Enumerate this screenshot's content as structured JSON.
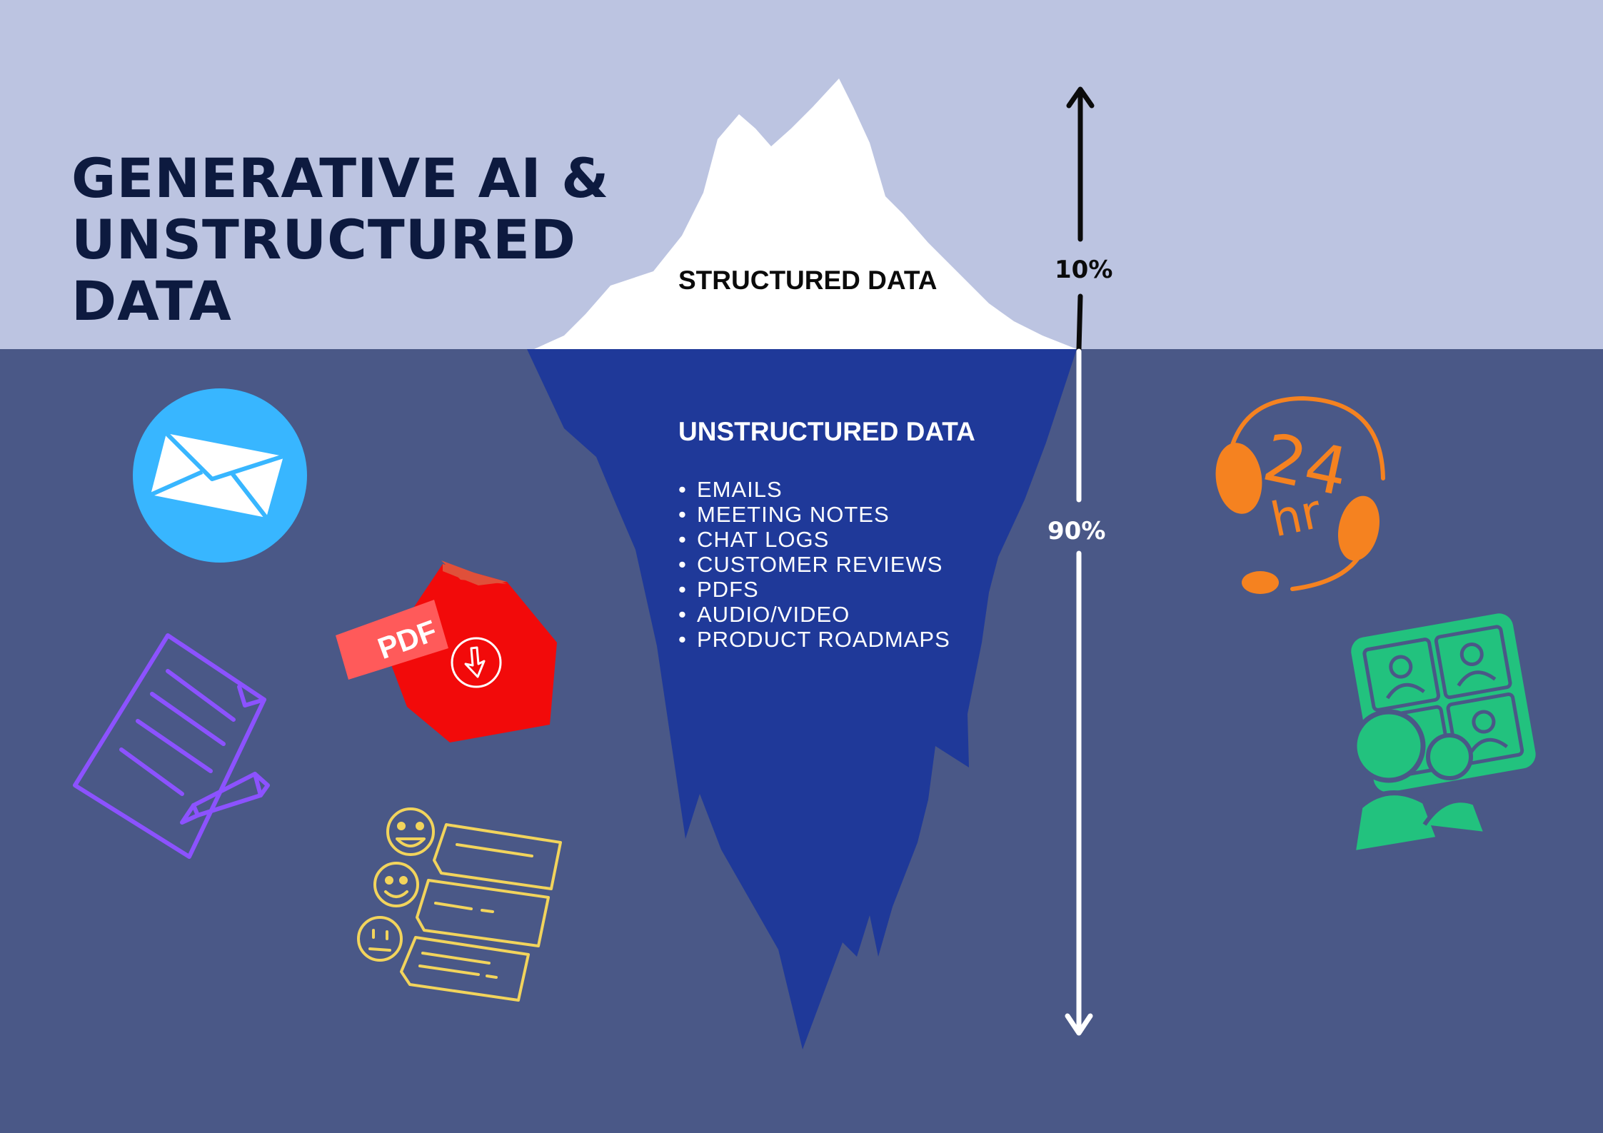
{
  "title_lines": [
    "GENERATIVE AI &",
    "UNSTRUCTURED",
    "DATA"
  ],
  "iceberg": {
    "tip_label": "STRUCTURED DATA",
    "base_label": "UNSTRUCTURED DATA",
    "items": [
      "EMAILS",
      "MEETING NOTES",
      "CHAT LOGS",
      "CUSTOMER REVIEWS",
      "PDFS",
      "AUDIO/VIDEO",
      "PRODUCT ROADMAPS"
    ]
  },
  "proportion": {
    "above": "10%",
    "below": "90%"
  },
  "icons": {
    "email": "envelope-icon",
    "pdf": {
      "name": "pdf-file-icon",
      "label": "PDF"
    },
    "document": "document-pencil-icon",
    "reviews": "review-faces-icon",
    "support": {
      "name": "headset-24hr-icon",
      "digits": "24",
      "unit": "hr"
    },
    "meeting": "video-meeting-icon"
  },
  "colors": {
    "sky": "#bcc4e1",
    "water": "#4a5887",
    "iceberg_underwater": "#1f3999",
    "iceberg_tip": "#ffffff",
    "title": "#0d1a3f",
    "email": "#38b6ff",
    "pdf": "#f20a0a",
    "document": "#8c52ff",
    "reviews": "#f2d45c",
    "support": "#f58220",
    "meeting": "#22c27e"
  }
}
